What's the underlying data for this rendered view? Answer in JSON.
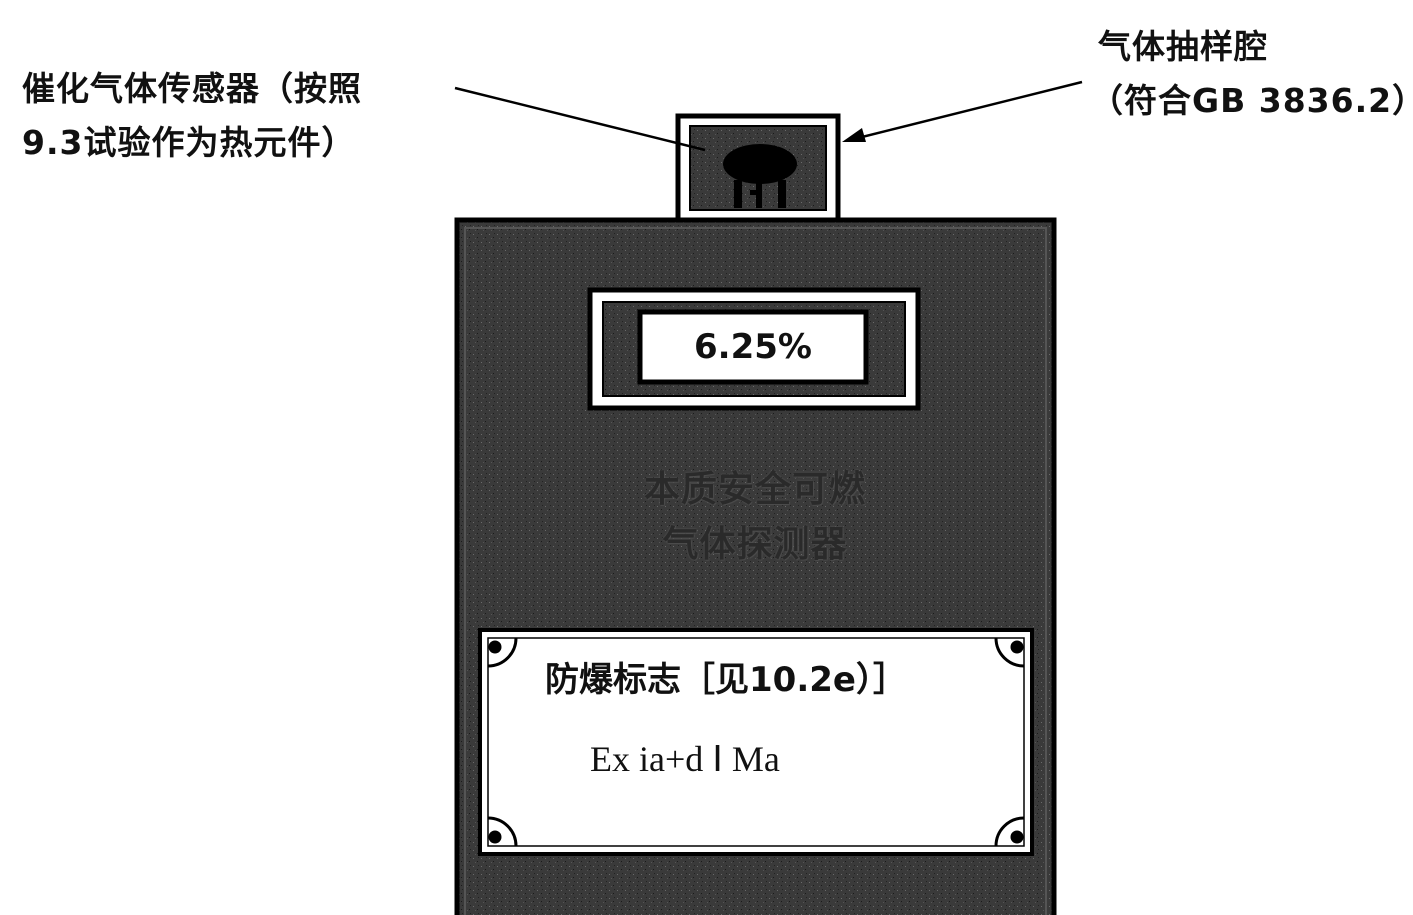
{
  "labels": {
    "sensor_line1": "催化气体传感器（按照",
    "sensor_line2": "9.3试验作为热元件）",
    "chamber_line1": "气体抽样腔",
    "chamber_line2": "（符合GB  3836.2）"
  },
  "device": {
    "display_value": "6.25%",
    "name_line1": "本质安全可燃",
    "name_line2": "气体探测器"
  },
  "nameplate": {
    "title": "防爆标志［见10.2e）］",
    "marking": "Ex ia+d Ⅰ  Ma"
  },
  "colors": {
    "body_fill": "#3a3a3a",
    "outline": "#000000",
    "plate_fill": "#ffffff",
    "background": "#ffffff"
  }
}
